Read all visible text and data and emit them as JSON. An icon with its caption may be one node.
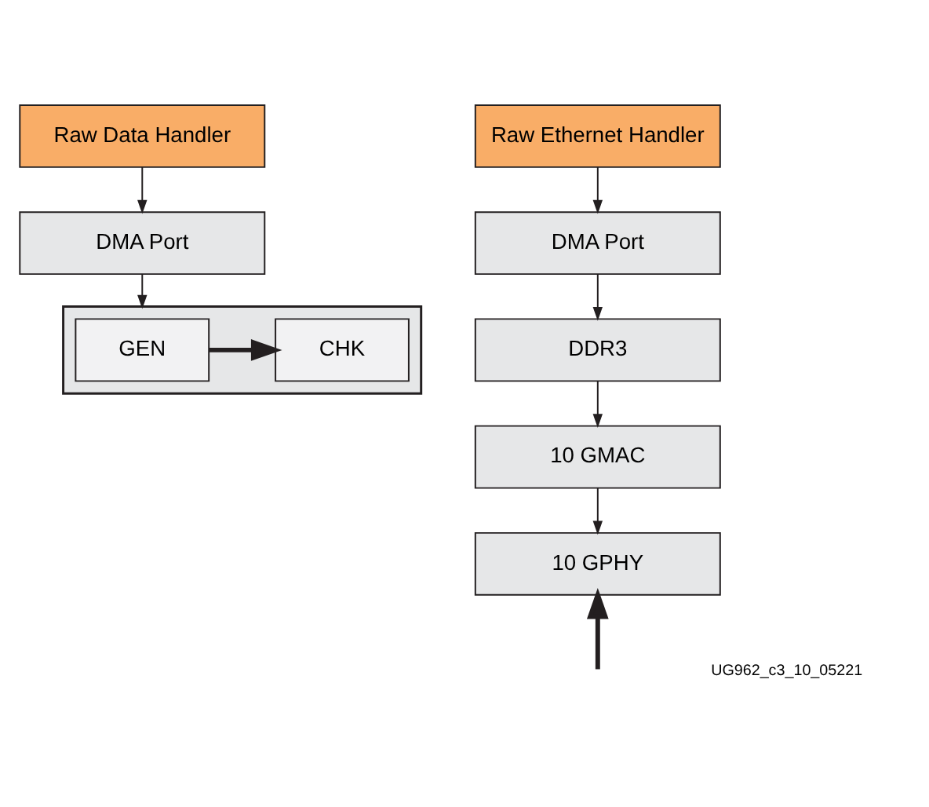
{
  "diagram": {
    "nodes": [
      {
        "text": [
          "Raw Data Handler"
        ]
      },
      {
        "text": [
          "DMA Port"
        ]
      },
      {
        "text": [],
        "shape": "box"
      },
      {
        "text": [
          "GEN"
        ],
        "in": 2
      },
      {
        "text": [
          "CHK"
        ],
        "in": 2
      },
      {
        "text": [
          "Raw Ethernet Handler"
        ]
      },
      {
        "text": [
          "DMA Port"
        ]
      },
      {
        "text": [
          "DDR3"
        ]
      },
      {
        "text": [
          "10 GMAC"
        ]
      },
      {
        "text": [
          "10 GPHY"
        ]
      }
    ],
    "edges": [
      {
        "from": 0,
        "to": 1,
        "arrow": "to"
      },
      {
        "from": 1,
        "to": 2,
        "arrow": "to"
      },
      {
        "from": 3,
        "to": 4,
        "arrow": "to",
        "style": "thick"
      },
      {
        "from": 5,
        "to": 6,
        "arrow": "to"
      },
      {
        "from": 6,
        "to": 7,
        "arrow": "to"
      },
      {
        "from": 7,
        "to": 8,
        "arrow": "to"
      },
      {
        "from": 8,
        "to": 9,
        "arrow": "to"
      },
      {
        "from": null,
        "to": 9,
        "arrow": "to",
        "style": "thick"
      }
    ],
    "labels": [
      "UG962_c3_10_05221"
    ]
  }
}
